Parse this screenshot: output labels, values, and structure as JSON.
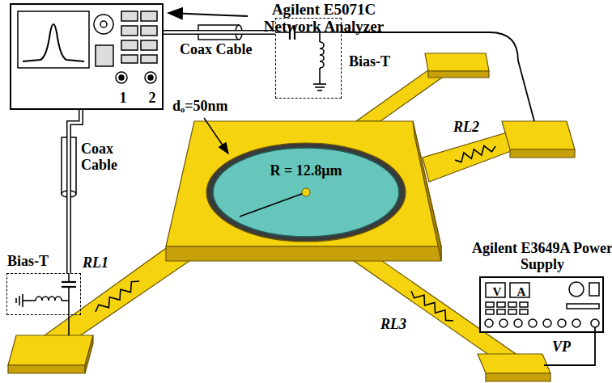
{
  "diagram": {
    "nodes": [
      {
        "text": [
          "Agilent E5071C Network Analyzer",
          "1",
          "2"
        ]
      },
      {
        "text": [
          "Agilent E3649A Power Supply",
          "V",
          "A"
        ]
      },
      {
        "text": [
          "Bias-T"
        ]
      },
      {
        "text": [
          "Bias-T"
        ]
      },
      {
        "text": [
          "R = 12.8μm"
        ]
      }
    ],
    "edges": [
      {
        "from": 0,
        "to": 2,
        "label": "Coax Cable",
        "arrow": "none"
      },
      {
        "from": 0,
        "to": 3,
        "label": "Coax Cable",
        "arrow": "none"
      }
    ],
    "labels": [
      "dₒ=50nm",
      "RL1",
      "RL2",
      "RL3",
      "VP"
    ]
  }
}
